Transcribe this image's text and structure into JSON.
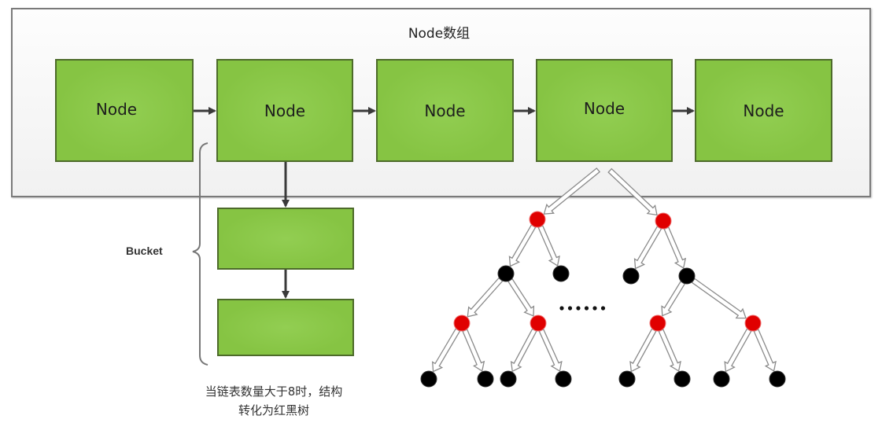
{
  "diagram": {
    "title": "Node数组",
    "array_nodes": [
      {
        "label": "Node"
      },
      {
        "label": "Node"
      },
      {
        "label": "Node"
      },
      {
        "label": "Node"
      },
      {
        "label": "Node"
      }
    ],
    "bucket_nodes": [
      {
        "label": ""
      },
      {
        "label": ""
      }
    ],
    "bucket_label": "Bucket",
    "note_line1": "当链表数量大于8时，结构",
    "note_line2": "转化为红黑树",
    "ellipsis": "......",
    "colors": {
      "node_fill": "#8cc94a",
      "node_border": "#4d6b2a",
      "red_node": "#e00000",
      "black_node": "#000000",
      "arrow": "#3a3a3a"
    },
    "tree": {
      "nodes": [
        {
          "id": "L0",
          "color": "red"
        },
        {
          "id": "L1a",
          "color": "black"
        },
        {
          "id": "L1b",
          "color": "black"
        },
        {
          "id": "L2a",
          "color": "red"
        },
        {
          "id": "L2b",
          "color": "red"
        },
        {
          "id": "L3a",
          "color": "black"
        },
        {
          "id": "L3b",
          "color": "black"
        },
        {
          "id": "L3c",
          "color": "black"
        },
        {
          "id": "L3d",
          "color": "black"
        },
        {
          "id": "R0",
          "color": "red"
        },
        {
          "id": "R1a",
          "color": "black"
        },
        {
          "id": "R1b",
          "color": "black"
        },
        {
          "id": "R2a",
          "color": "red"
        },
        {
          "id": "R2b",
          "color": "red"
        },
        {
          "id": "R3a",
          "color": "black"
        },
        {
          "id": "R3b",
          "color": "black"
        },
        {
          "id": "R3c",
          "color": "black"
        },
        {
          "id": "R3d",
          "color": "black"
        }
      ],
      "edges": [
        [
          "L0",
          "L1a"
        ],
        [
          "L0",
          "L1b"
        ],
        [
          "L1a",
          "L2a"
        ],
        [
          "L1a",
          "L2b"
        ],
        [
          "L2a",
          "L3a"
        ],
        [
          "L2a",
          "L3b"
        ],
        [
          "L2b",
          "L3c"
        ],
        [
          "L2b",
          "L3d"
        ],
        [
          "R0",
          "R1a"
        ],
        [
          "R0",
          "R1b"
        ],
        [
          "R1b",
          "R2a"
        ],
        [
          "R1b",
          "R2b"
        ],
        [
          "R2a",
          "R3a"
        ],
        [
          "R2a",
          "R3b"
        ],
        [
          "R2b",
          "R3c"
        ],
        [
          "R2b",
          "R3d"
        ]
      ]
    }
  }
}
